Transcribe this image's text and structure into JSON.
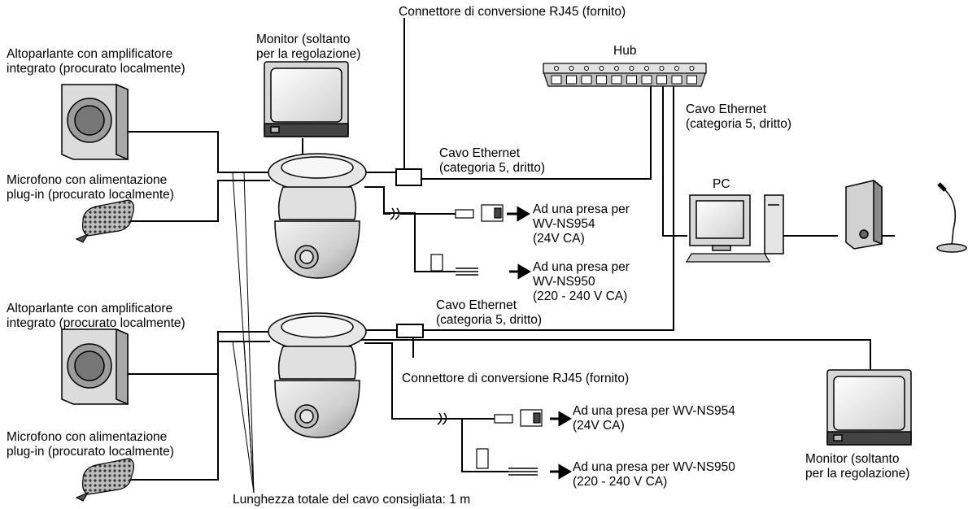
{
  "labels": {
    "rj45_top": "Connettore di conversione RJ45 (fornito)",
    "monitor_top_1": "Monitor (soltanto",
    "monitor_top_2": "per la regolazione)",
    "hub": "Hub",
    "speaker_top_1": "Altoparlante con amplificatore",
    "speaker_top_2": "integrato (procurato localmente)",
    "eth_right_1": "Cavo Ethernet",
    "eth_right_2": "(categoria 5, dritto)",
    "eth_mid_1": "Cavo Ethernet",
    "eth_mid_2": "(categoria 5, dritto)",
    "mic_top_1": "Microfono con alimentazione",
    "mic_top_2": "plug-in (procurato localmente)",
    "pc": "PC",
    "power954_top_1": "Ad una presa per",
    "power954_top_2": "WV-NS954",
    "power954_top_3": "(24V CA)",
    "power950_top_1": "Ad una presa per",
    "power950_top_2": "WV-NS950",
    "power950_top_3": "(220 - 240 V CA)",
    "speaker_bot_1": "Altoparlante con amplificatore",
    "speaker_bot_2": "integrato (procurato localmente)",
    "eth_bot_1": "Cavo Ethernet",
    "eth_bot_2": "(categoria 5, dritto)",
    "rj45_bot": "Connettore di conversione RJ45 (fornito)",
    "power954_bot_1": "Ad una presa per WV-NS954",
    "power954_bot_2": "(24V CA)",
    "mic_bot_1": "Microfono con alimentazione",
    "mic_bot_2": "plug-in (procurato localmente)",
    "monitor_bot_1": "Monitor (soltanto",
    "monitor_bot_2": "per la regolazione)",
    "power950_bot_1": "Ad una presa per WV-NS950",
    "power950_bot_2": "(220 - 240 V CA)",
    "cable_length": "Lunghezza totale del cavo consigliata: 1 m"
  }
}
